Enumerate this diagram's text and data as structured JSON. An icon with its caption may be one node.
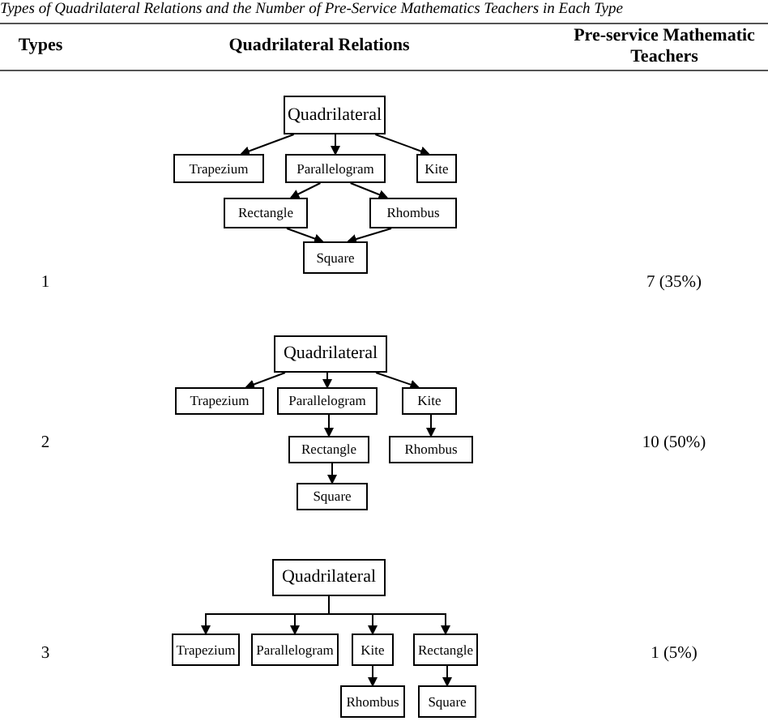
{
  "diagram": {
    "title": "Types of Quadrilateral Relations and the Number of Pre-Service Mathematics Teachers in Each Type",
    "nodes": [
      {
        "text": [
          "Quadrilateral"
        ]
      },
      {
        "text": [
          "Trapezium"
        ]
      },
      {
        "text": [
          "Parallelogram"
        ]
      },
      {
        "text": [
          "Kite"
        ]
      },
      {
        "text": [
          "Rectangle"
        ]
      },
      {
        "text": [
          "Rhombus"
        ]
      },
      {
        "text": [
          "Square"
        ]
      },
      {
        "text": [
          "Quadrilateral"
        ]
      },
      {
        "text": [
          "Trapezium"
        ]
      },
      {
        "text": [
          "Parallelogram"
        ]
      },
      {
        "text": [
          "Kite"
        ]
      },
      {
        "text": [
          "Rectangle"
        ]
      },
      {
        "text": [
          "Rhombus"
        ]
      },
      {
        "text": [
          "Square"
        ]
      },
      {
        "text": [
          "Quadrilateral"
        ]
      },
      {
        "text": [
          "Trapezium"
        ]
      },
      {
        "text": [
          "Parallelogram"
        ]
      },
      {
        "text": [
          "Kite"
        ]
      },
      {
        "text": [
          "Rectangle"
        ]
      },
      {
        "text": [
          "Rhombus"
        ]
      },
      {
        "text": [
          "Square"
        ]
      }
    ],
    "edges": [
      {
        "from": 0,
        "to": 1,
        "arrow": "to"
      },
      {
        "from": 0,
        "to": 2,
        "arrow": "to"
      },
      {
        "from": 0,
        "to": 3,
        "arrow": "to"
      },
      {
        "from": 2,
        "to": 4,
        "arrow": "to"
      },
      {
        "from": 2,
        "to": 5,
        "arrow": "to"
      },
      {
        "from": 4,
        "to": 6,
        "arrow": "to"
      },
      {
        "from": 5,
        "to": 6,
        "arrow": "to"
      },
      {
        "from": 7,
        "to": 8,
        "arrow": "to"
      },
      {
        "from": 7,
        "to": 9,
        "arrow": "to"
      },
      {
        "from": 7,
        "to": 10,
        "arrow": "to"
      },
      {
        "from": 9,
        "to": 11,
        "arrow": "to"
      },
      {
        "from": 10,
        "to": 12,
        "arrow": "to"
      },
      {
        "from": 11,
        "to": 13,
        "arrow": "to"
      },
      {
        "from": 14,
        "to": 15,
        "arrow": "to"
      },
      {
        "from": 14,
        "to": 16,
        "arrow": "to"
      },
      {
        "from": 14,
        "to": 17,
        "arrow": "to"
      },
      {
        "from": 14,
        "to": 18,
        "arrow": "to"
      },
      {
        "from": 17,
        "to": 19,
        "arrow": "to"
      },
      {
        "from": 18,
        "to": 20,
        "arrow": "to"
      }
    ],
    "labels": [
      "Types",
      "Quadrilateral Relations",
      "Pre-service Mathematic Teachers",
      "1",
      "7 (35%)",
      "2",
      "10 (50%)",
      "3",
      "1 (5%)"
    ]
  }
}
